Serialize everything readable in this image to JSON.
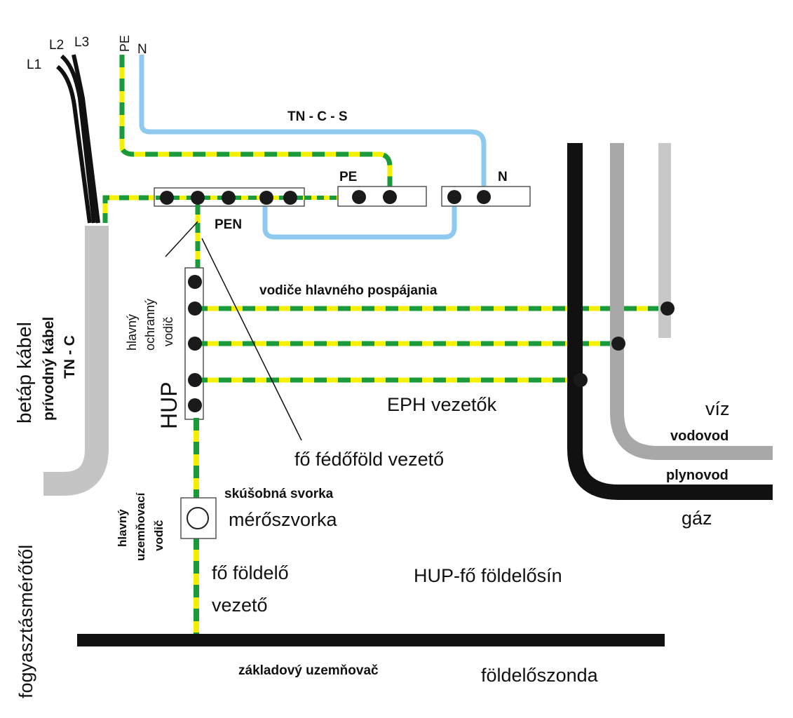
{
  "colors": {
    "pe_yellow": "#f4f000",
    "pe_green": "#1a9a3a",
    "neutral_blue": "#8ec9f0",
    "water_gray": "#a8a8a8",
    "gas_black": "#111111",
    "cable_gray": "#c4c4c4"
  },
  "labels": {
    "l1": "L1",
    "l2": "L2",
    "l3": "L3",
    "pe_top": "PE",
    "n_top": "N",
    "tncs": "TN - C - S",
    "pe_bar": "PE",
    "n_bar": "N",
    "pen": "PEN",
    "betap": "betáp kábel",
    "privodny": "prívodný kábel",
    "tnc": "TN - C",
    "fogyasztas": "fogyasztásmérőtől",
    "hlavny_ochranny_1": "hlavný",
    "hlavny_ochranny_2": "ochranný",
    "hlavny_ochranny_3": "vodič",
    "hup": "HUP",
    "vodice": "vodiče hlavného pospájania",
    "eph": "EPH vezetők",
    "fo_fedofold": "fő fédőföld vezető",
    "viz": "víz",
    "vodovod": "vodovod",
    "plynovod": "plynovod",
    "gaz": "gáz",
    "skusobna": "skúšobná svorka",
    "meroszvorka": "mérőszvorka",
    "hlavny_uzem_1": "hlavný",
    "hlavny_uzem_2": "uzemňovací",
    "hlavny_uzem_3": "vodič",
    "fo_foldelo_1": "fő földelő",
    "fo_foldelo_2": "vezető",
    "hup_fo": "HUP-fő földelősín",
    "zakladovy": "základový uzemňovač",
    "foldeloszonda": "földelőszonda"
  }
}
